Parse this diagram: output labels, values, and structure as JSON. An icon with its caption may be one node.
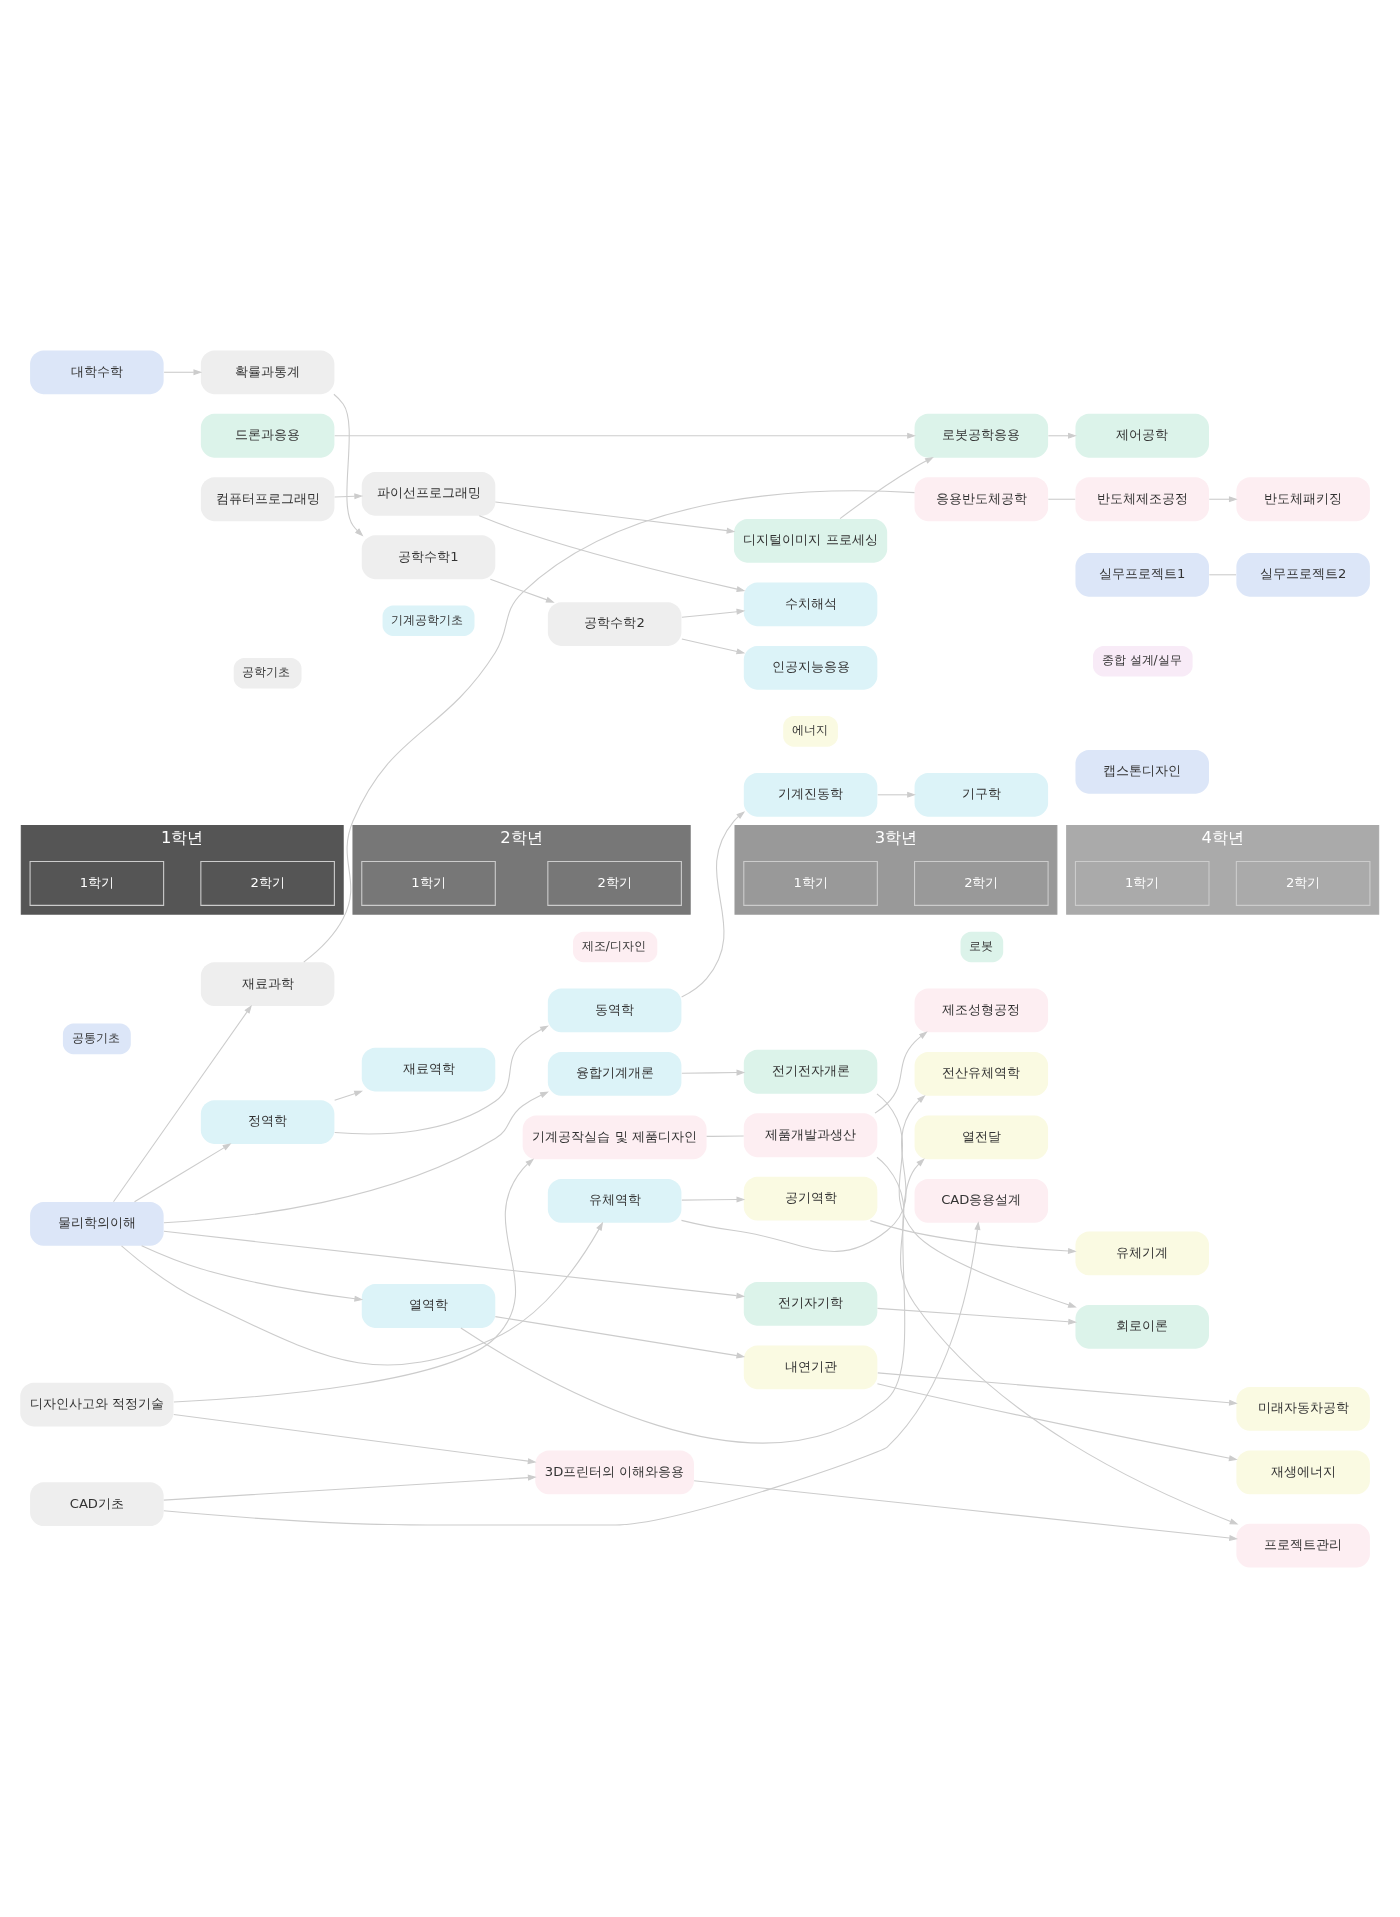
{
  "diagram": {
    "nodes": [
      {
        "text": [
          "1학년"
        ]
      },
      {
        "text": [
          "1학기"
        ],
        "in": 0
      },
      {
        "text": [
          "2학기"
        ],
        "in": 0
      },
      {
        "text": [
          "2학년"
        ]
      },
      {
        "text": [
          "1학기"
        ],
        "in": 3
      },
      {
        "text": [
          "2학기"
        ],
        "in": 3
      },
      {
        "text": [
          "3학년"
        ]
      },
      {
        "text": [
          "1학기"
        ],
        "in": 6
      },
      {
        "text": [
          "2학기"
        ],
        "in": 6
      },
      {
        "text": [
          "4학년"
        ]
      },
      {
        "text": [
          "1학기"
        ],
        "in": 9
      },
      {
        "text": [
          "2학기"
        ],
        "in": 9
      },
      {
        "text": [
          "기계공작실습 및 제품디자인"
        ]
      },
      {
        "text": [
          "제품개발과생산"
        ]
      },
      {
        "text": [
          "제조성형공정"
        ]
      },
      {
        "text": [
          "디자인사고와 적정기술"
        ]
      },
      {
        "text": [
          "3D프린터의 이해와응용"
        ]
      },
      {
        "text": [
          "프로젝트관리"
        ]
      },
      {
        "text": [
          "CAD기초"
        ]
      },
      {
        "text": [
          "CAD응용설계"
        ]
      },
      {
        "text": [
          "대학수학"
        ]
      },
      {
        "text": [
          "확률과통계"
        ]
      },
      {
        "text": [
          "공학수학1"
        ]
      },
      {
        "text": [
          "공학수학2"
        ]
      },
      {
        "text": [
          "인공지능응용"
        ]
      },
      {
        "text": [
          "수치해석"
        ]
      },
      {
        "text": [
          "컴퓨터프로그래밍"
        ]
      },
      {
        "text": [
          "파이선프로그래밍"
        ]
      },
      {
        "text": [
          "디지털이미지 프로세싱"
        ]
      },
      {
        "text": [
          "드론과응용"
        ]
      },
      {
        "text": [
          "로봇공학응용"
        ]
      },
      {
        "text": [
          "제어공학"
        ]
      },
      {
        "text": [
          "전기자기학"
        ]
      },
      {
        "text": [
          "융합기계개론"
        ]
      },
      {
        "text": [
          "전기전자개론"
        ]
      },
      {
        "text": [
          "회로이론"
        ]
      },
      {
        "text": [
          "정역학"
        ]
      },
      {
        "text": [
          "재료역학"
        ]
      },
      {
        "text": [
          "동역학"
        ]
      },
      {
        "text": [
          "기계진동학"
        ]
      },
      {
        "text": [
          "기구학"
        ]
      },
      {
        "text": [
          "물리학의이해"
        ]
      },
      {
        "text": [
          "재료과학"
        ]
      },
      {
        "text": [
          "응용반도체공학"
        ]
      },
      {
        "text": [
          "반도체제조공정"
        ]
      },
      {
        "text": [
          "반도체패키징"
        ]
      },
      {
        "text": [
          "내연기관"
        ]
      },
      {
        "text": [
          "재생에너지"
        ]
      },
      {
        "text": [
          "미래자동차공학"
        ]
      },
      {
        "text": [
          "열역학"
        ]
      },
      {
        "text": [
          "열전달"
        ]
      },
      {
        "text": [
          "전산유체역학"
        ]
      },
      {
        "text": [
          "유체역학"
        ]
      },
      {
        "text": [
          "공기역학"
        ]
      },
      {
        "text": [
          "유체기계"
        ]
      },
      {
        "text": [
          "캡스톤디자인"
        ]
      },
      {
        "text": [
          "실무프로젝트1"
        ]
      },
      {
        "text": [
          "실무프로젝트2"
        ]
      }
    ],
    "edges": [
      {
        "from": 15,
        "to": 12,
        "arrow": "to"
      },
      {
        "from": 15,
        "to": 16,
        "arrow": "to"
      },
      {
        "from": 12,
        "to": 13,
        "arrow": "none"
      },
      {
        "from": 13,
        "to": 14,
        "arrow": "to"
      },
      {
        "from": 13,
        "to": 17,
        "arrow": "to"
      },
      {
        "from": 16,
        "to": 17,
        "arrow": "to"
      },
      {
        "from": 18,
        "to": 16,
        "arrow": "to"
      },
      {
        "from": 18,
        "to": 19,
        "arrow": "to"
      },
      {
        "from": 20,
        "to": 21,
        "arrow": "to"
      },
      {
        "from": 21,
        "to": 22,
        "arrow": "to"
      },
      {
        "from": 22,
        "to": 23,
        "arrow": "to"
      },
      {
        "from": 23,
        "to": 24,
        "arrow": "to"
      },
      {
        "from": 23,
        "to": 25,
        "arrow": "to"
      },
      {
        "from": 27,
        "to": 25,
        "arrow": "to"
      },
      {
        "from": 26,
        "to": 27,
        "arrow": "to"
      },
      {
        "from": 27,
        "to": 28,
        "arrow": "to"
      },
      {
        "from": 28,
        "to": 30,
        "arrow": "to"
      },
      {
        "from": 29,
        "to": 30,
        "arrow": "to"
      },
      {
        "from": 30,
        "to": 31,
        "arrow": "to"
      },
      {
        "from": 41,
        "to": 32,
        "arrow": "to"
      },
      {
        "from": 41,
        "to": 33,
        "arrow": "to"
      },
      {
        "from": 41,
        "to": 36,
        "arrow": "to"
      },
      {
        "from": 41,
        "to": 42,
        "arrow": "to"
      },
      {
        "from": 41,
        "to": 49,
        "arrow": "to"
      },
      {
        "from": 41,
        "to": 52,
        "arrow": "to"
      },
      {
        "from": 32,
        "to": 35,
        "arrow": "to"
      },
      {
        "from": 33,
        "to": 34,
        "arrow": "to"
      },
      {
        "from": 34,
        "to": 35,
        "arrow": "to"
      },
      {
        "from": 36,
        "to": 37,
        "arrow": "to"
      },
      {
        "from": 36,
        "to": 38,
        "arrow": "to"
      },
      {
        "from": 38,
        "to": 39,
        "arrow": "to"
      },
      {
        "from": 39,
        "to": 40,
        "arrow": "to"
      },
      {
        "from": 42,
        "to": 43,
        "arrow": "none"
      },
      {
        "from": 43,
        "to": 44,
        "arrow": "none"
      },
      {
        "from": 44,
        "to": 45,
        "arrow": "to"
      },
      {
        "from": 49,
        "to": 46,
        "arrow": "to"
      },
      {
        "from": 46,
        "to": 47,
        "arrow": "to"
      },
      {
        "from": 46,
        "to": 48,
        "arrow": "to"
      },
      {
        "from": 49,
        "to": 50,
        "arrow": "to"
      },
      {
        "from": 52,
        "to": 51,
        "arrow": "to"
      },
      {
        "from": 52,
        "to": 53,
        "arrow": "to"
      },
      {
        "from": 53,
        "to": 54,
        "arrow": "to"
      },
      {
        "from": 56,
        "to": 57,
        "arrow": "none"
      }
    ],
    "legend": [
      {
        "text": "공통기초",
        "color": "#dce6f8"
      },
      {
        "text": "공학기초",
        "color": "#eeeeee"
      },
      {
        "text": "기계공학기초",
        "color": "#dcf3f8"
      },
      {
        "text": "제조/디자인",
        "color": "#fdeef2"
      },
      {
        "text": "에너지",
        "color": "#fafae2"
      },
      {
        "text": "로봇",
        "color": "#dcf3ea"
      },
      {
        "text": "종합 설계/실무",
        "color": "#f8ebf7"
      }
    ]
  }
}
